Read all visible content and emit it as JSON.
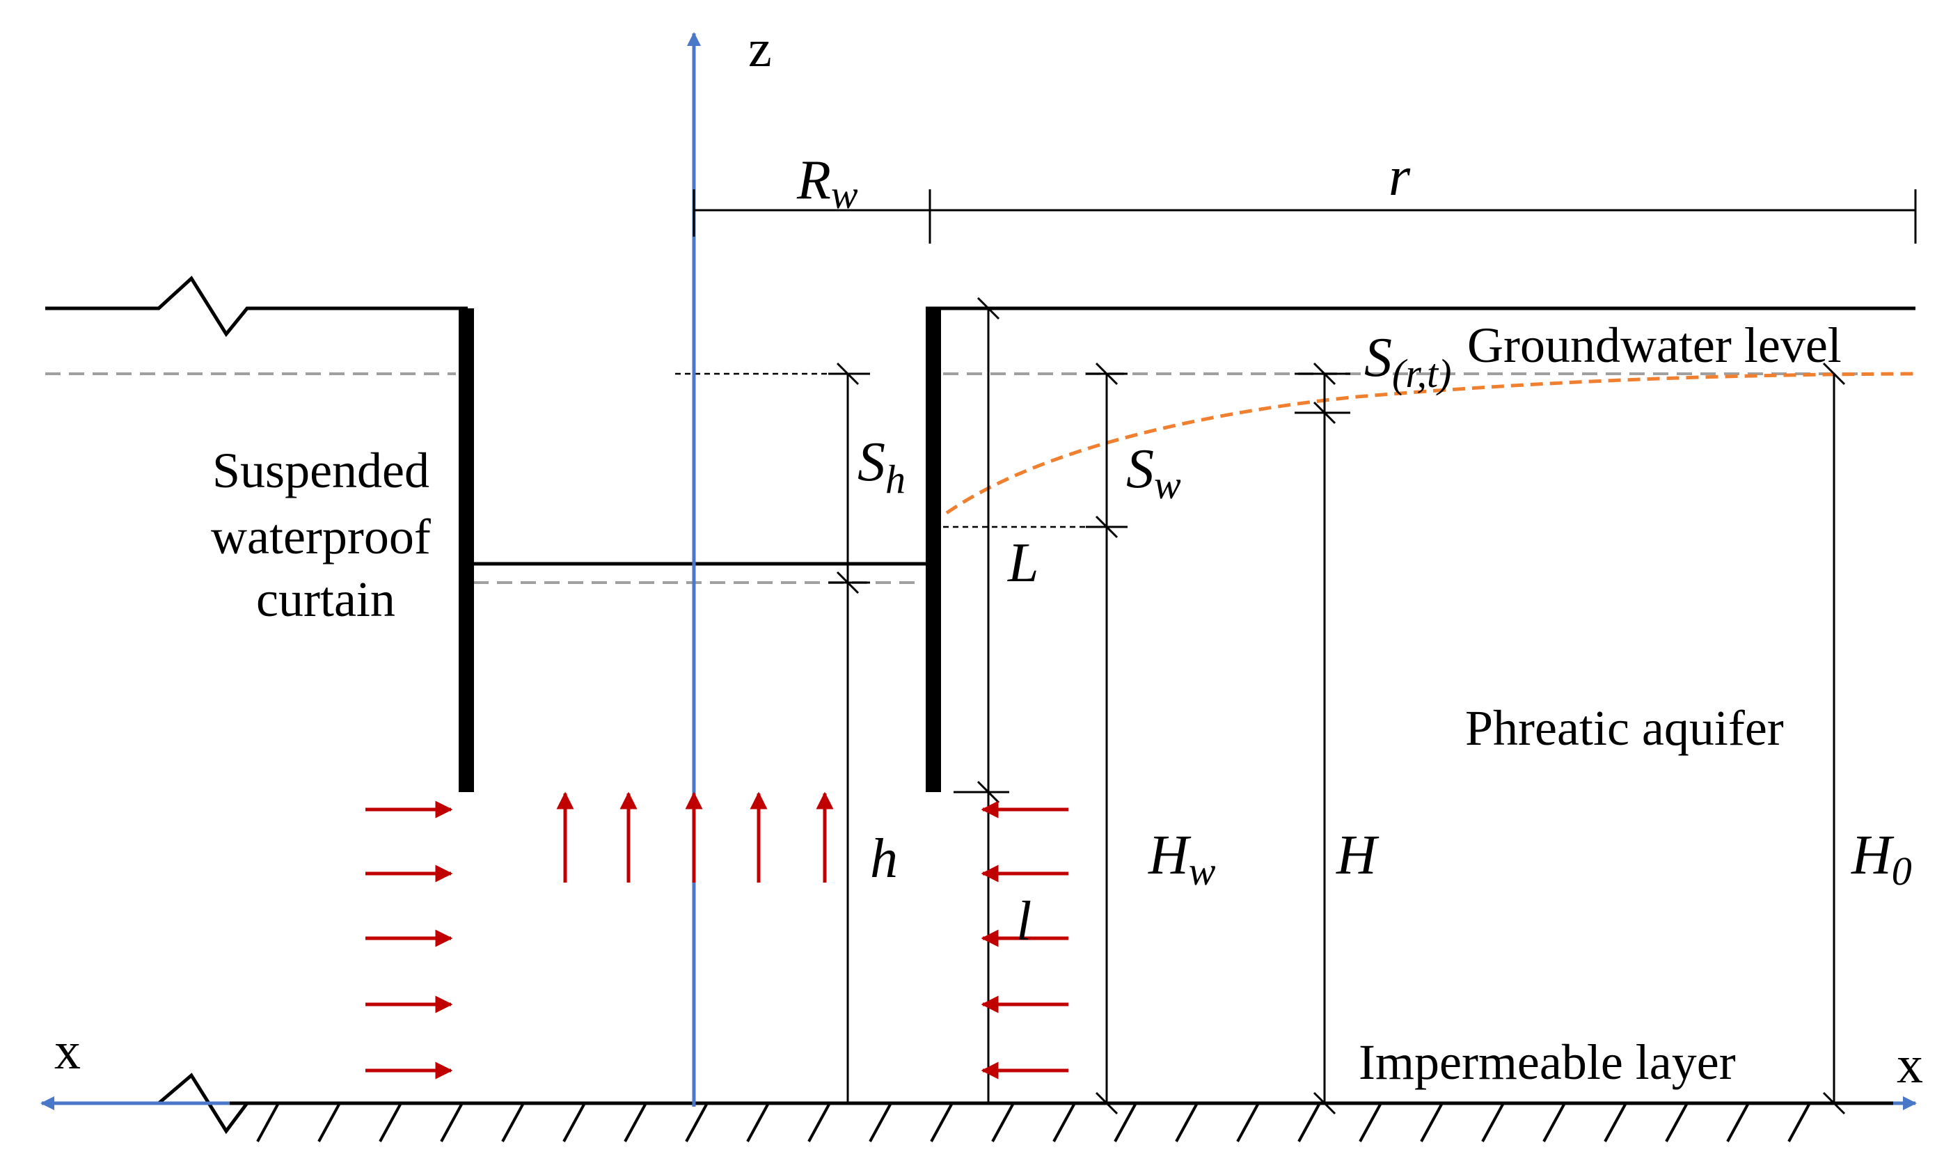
{
  "labels": {
    "z_axis": "z",
    "x_left": "x",
    "x_right": "x",
    "R_w": {
      "main": "R",
      "sub": "w"
    },
    "r": "r",
    "groundwater": "Groundwater level",
    "S_rt": {
      "main": "S",
      "sub": "(r,t)"
    },
    "S_h": {
      "main": "S",
      "sub": "h"
    },
    "S_w": {
      "main": "S",
      "sub": "w"
    },
    "L": "L",
    "curtain": [
      "Suspended",
      "waterproof",
      "curtain"
    ],
    "phreatic": "Phreatic aquifer",
    "impermeable": "Impermeable layer",
    "h": "h",
    "l": "l",
    "H_w": {
      "main": "H",
      "sub": "w"
    },
    "H": "H",
    "H_0": {
      "main": "H",
      "sub": "0"
    }
  },
  "colors": {
    "axis": "#4a78c8",
    "flow_arrow": "#c00000",
    "drawdown_curve": "#f08030",
    "water_level_dash": "#a0a0a0",
    "line": "#000000"
  }
}
